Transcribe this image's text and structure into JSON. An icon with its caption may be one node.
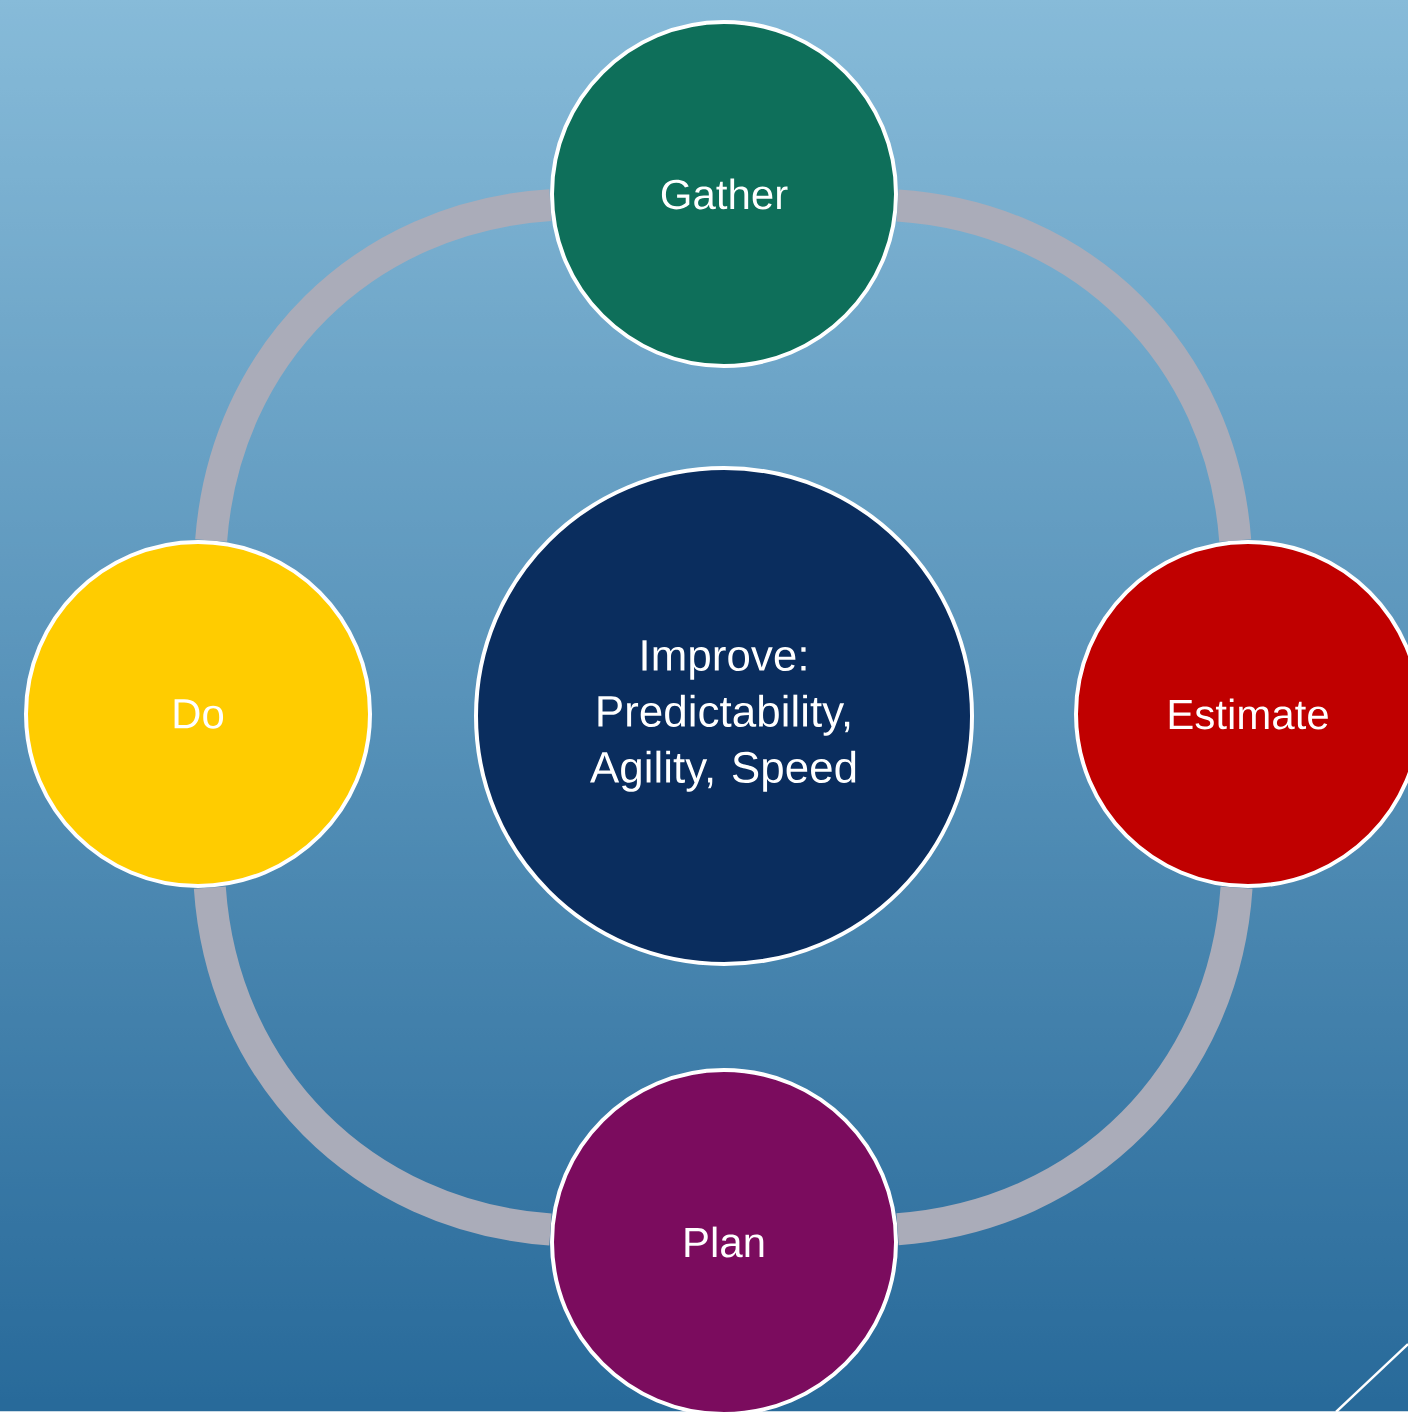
{
  "diagram": {
    "nodes": [
      {
        "text": [
          "Improve: Predictability, Agility, Speed"
        ]
      },
      {
        "text": [
          "Gather"
        ]
      },
      {
        "text": [
          "Estimate"
        ]
      },
      {
        "text": [
          "Plan"
        ]
      },
      {
        "text": [
          "Do"
        ]
      }
    ],
    "edges": [
      {
        "from": 1,
        "to": 2,
        "arrow": "none"
      },
      {
        "from": 2,
        "to": 3,
        "arrow": "none"
      },
      {
        "from": 3,
        "to": 4,
        "arrow": "none"
      },
      {
        "from": 4,
        "to": 1,
        "arrow": "none"
      }
    ]
  }
}
